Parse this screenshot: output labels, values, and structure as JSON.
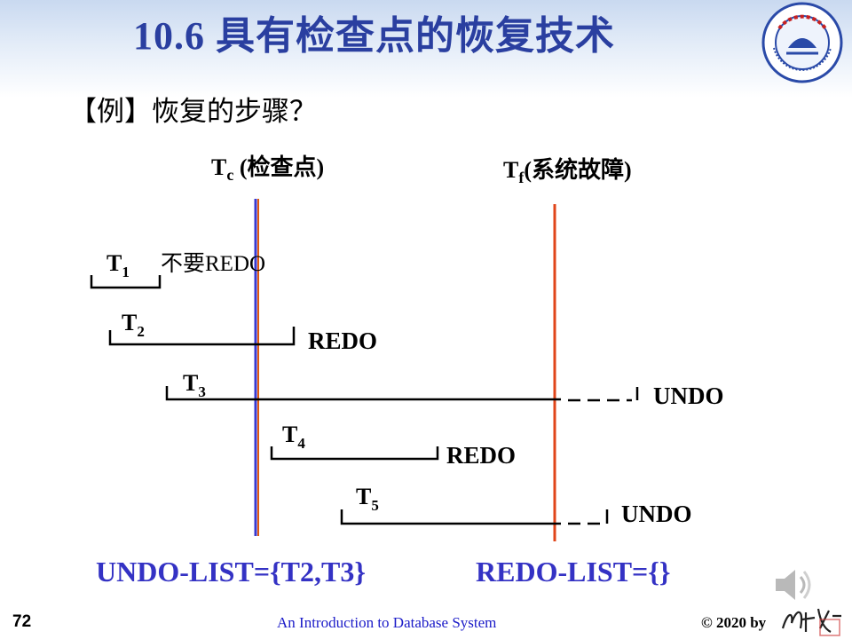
{
  "slide": {
    "title": "10.6  具有检查点的恢复技术",
    "subtitle": "【例】恢复的步骤？",
    "page_number": "72",
    "book": "An Introduction to Database System",
    "copyright": "© 2020 by"
  },
  "diagram": {
    "checkpoint_label": {
      "main": "T",
      "sub": "c",
      "rest": " (检查点)"
    },
    "failure_label": {
      "main": "T",
      "sub": "f",
      "rest": "(系统故障)"
    },
    "transactions": [
      {
        "name": "T",
        "sub": "1",
        "note": "不要REDO",
        "action": ""
      },
      {
        "name": "T",
        "sub": "2",
        "note": "",
        "action": "REDO"
      },
      {
        "name": "T",
        "sub": "3",
        "note": "",
        "action": "UNDO"
      },
      {
        "name": "T",
        "sub": "4",
        "note": "",
        "action": "REDO"
      },
      {
        "name": "T",
        "sub": "5",
        "note": "",
        "action": "UNDO"
      }
    ],
    "undo_list": "UNDO-LIST={T2,T3}",
    "redo_list": "REDO-LIST={}"
  },
  "colors": {
    "title": "#2a3fa0",
    "list_text": "#3432c4",
    "checkpoint_line_left": "#3a3ad0",
    "checkpoint_line_right": "#e05a10",
    "failure_line": "#e0451a",
    "book_text": "#1a1ac8"
  },
  "icons": [
    "university-logo-icon",
    "speaker-icon",
    "signature-stamp-icon"
  ]
}
